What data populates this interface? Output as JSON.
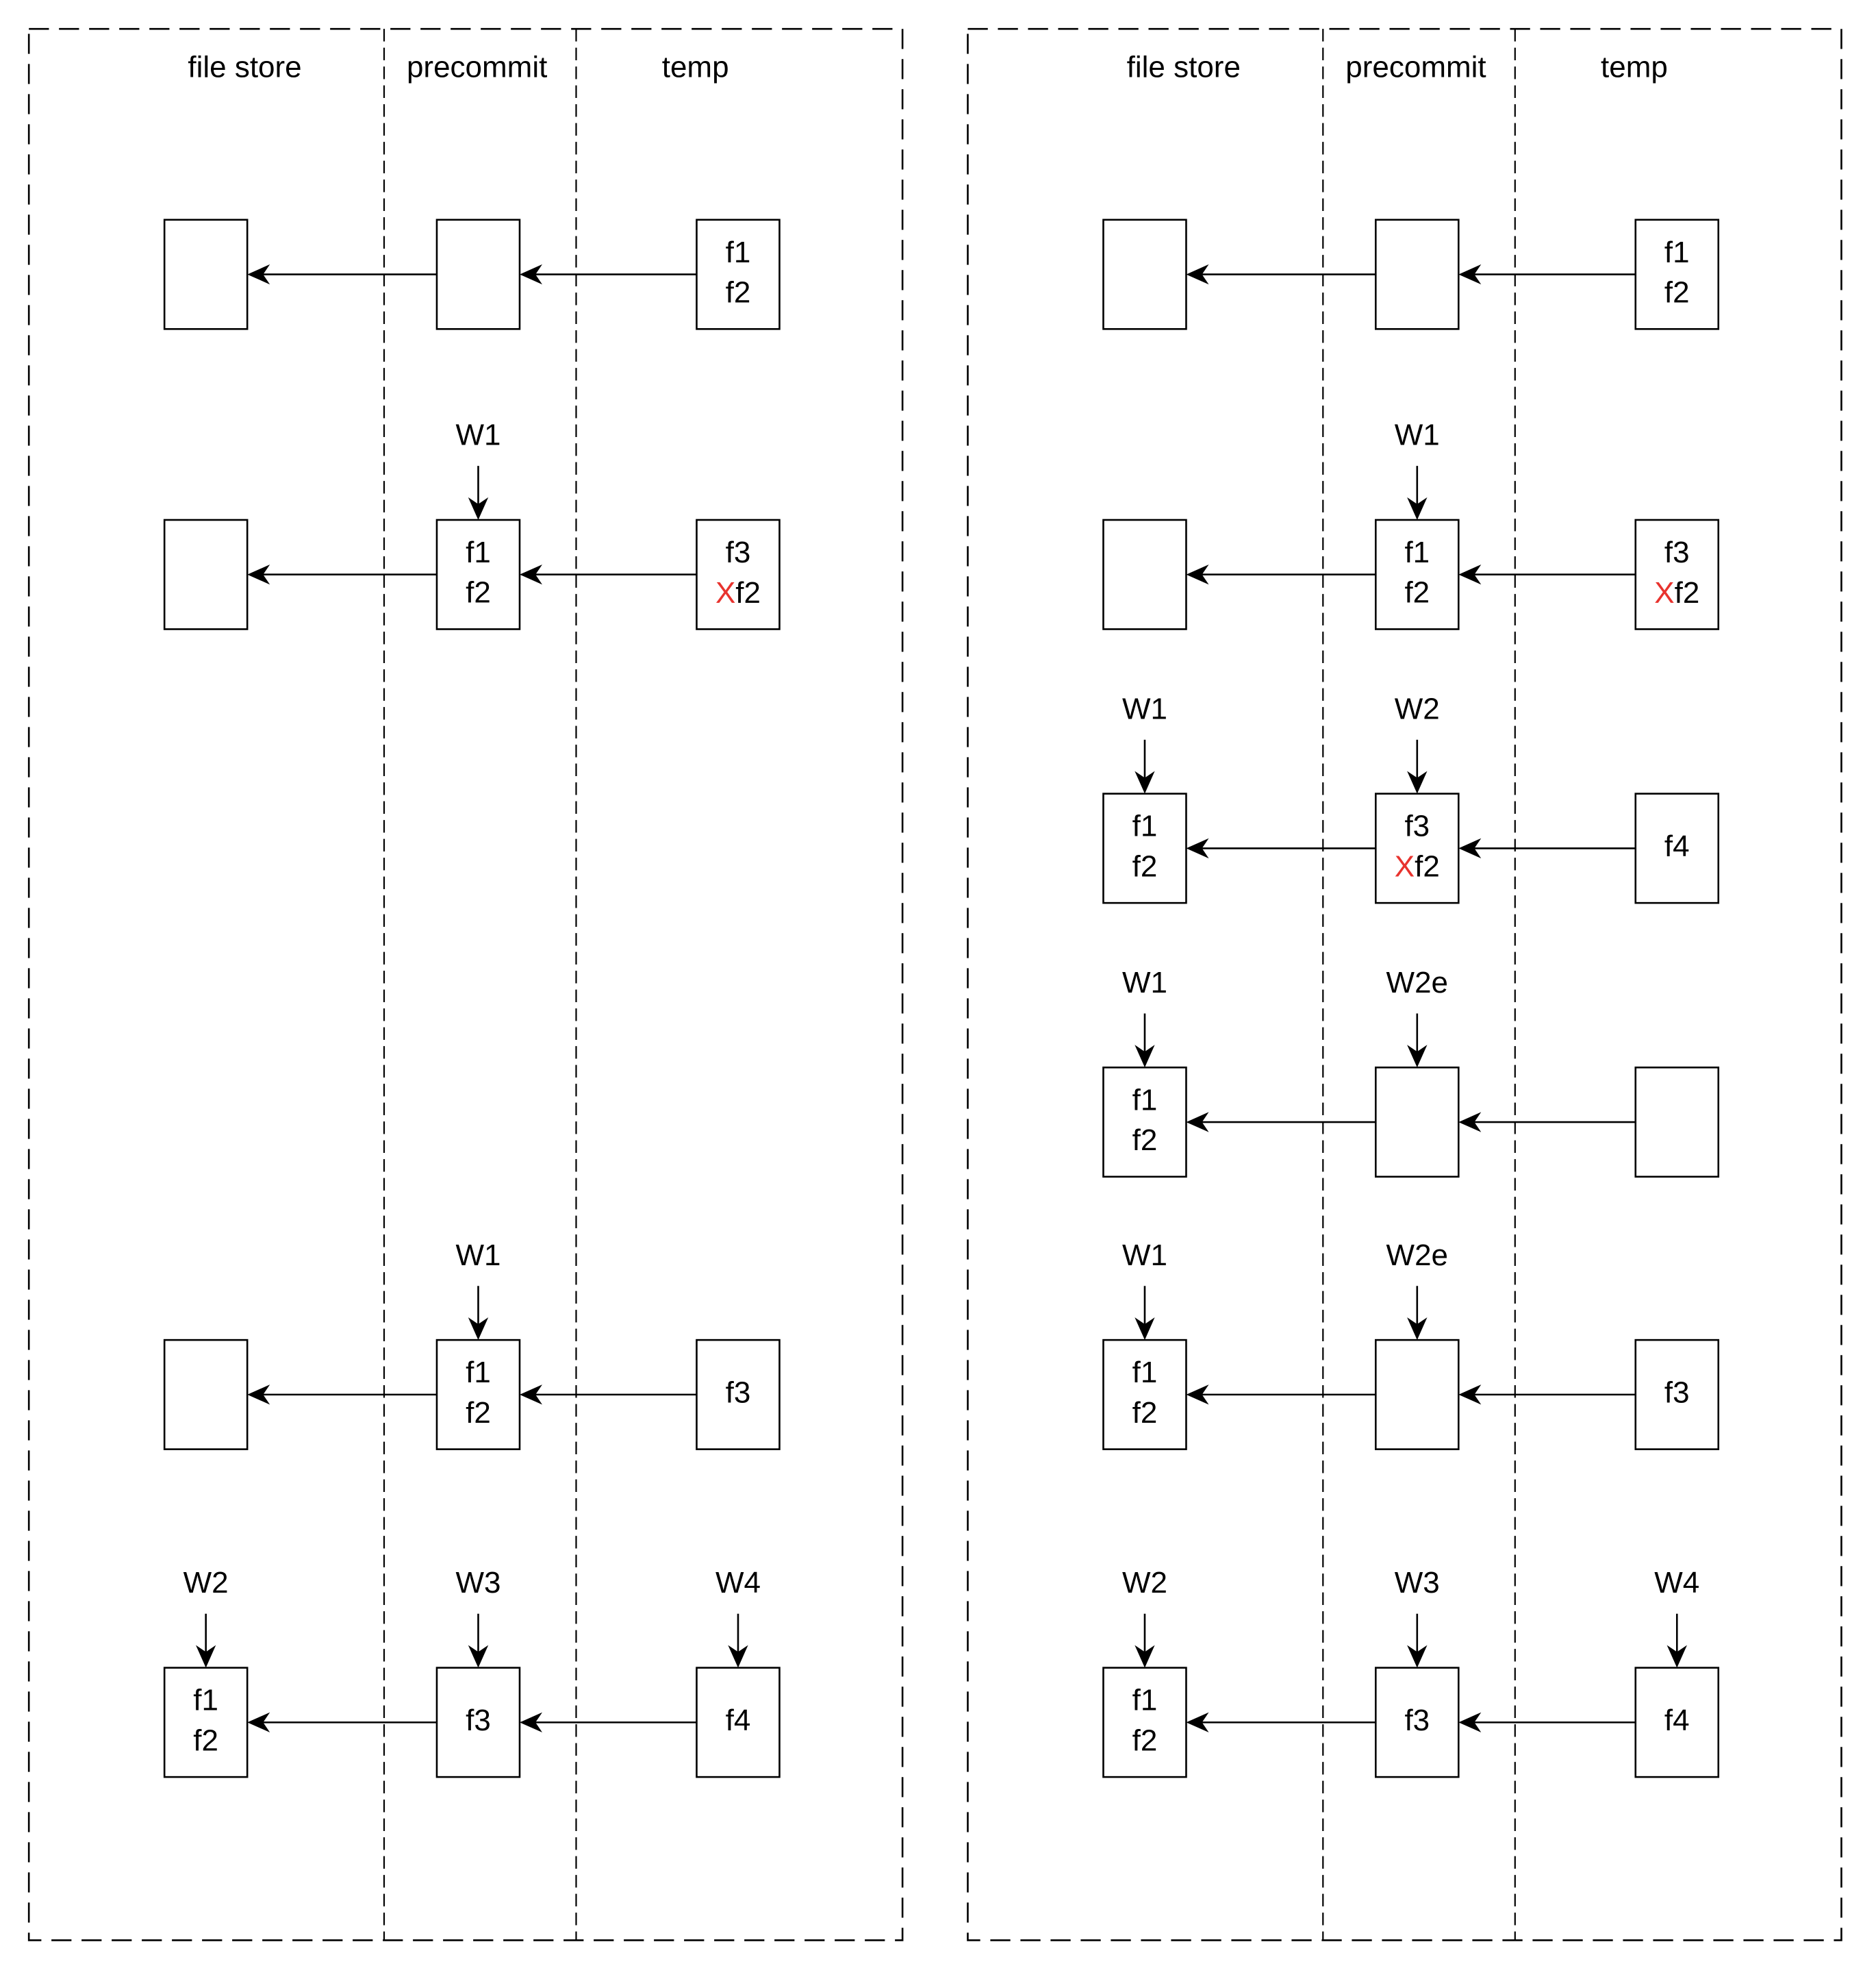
{
  "colors": {
    "stroke": "#000000",
    "background": "#ffffff",
    "mark_x": "#e8332e"
  },
  "panels": [
    {
      "id": "left",
      "columns": [
        "file store",
        "precommit",
        "temp"
      ],
      "rows": [
        {
          "cells": [
            {
              "labels": [],
              "pointer": ""
            },
            {
              "labels": [],
              "pointer": ""
            },
            {
              "labels": [
                "f1",
                "f2"
              ],
              "pointer": ""
            }
          ]
        },
        {
          "cells": [
            {
              "labels": [],
              "pointer": ""
            },
            {
              "labels": [
                "f1",
                "f2"
              ],
              "pointer": "W1"
            },
            {
              "labels": [
                "f3",
                "Xf2"
              ],
              "pointer": ""
            }
          ]
        },
        null,
        null,
        {
          "cells": [
            {
              "labels": [],
              "pointer": ""
            },
            {
              "labels": [
                "f1",
                "f2"
              ],
              "pointer": "W1"
            },
            {
              "labels": [
                "f3"
              ],
              "pointer": ""
            }
          ]
        },
        {
          "cells": [
            {
              "labels": [
                "f1",
                "f2"
              ],
              "pointer": "W2"
            },
            {
              "labels": [
                "f3"
              ],
              "pointer": "W3"
            },
            {
              "labels": [
                "f4"
              ],
              "pointer": "W4"
            }
          ]
        }
      ]
    },
    {
      "id": "right",
      "columns": [
        "file store",
        "precommit",
        "temp"
      ],
      "rows": [
        {
          "cells": [
            {
              "labels": [],
              "pointer": ""
            },
            {
              "labels": [],
              "pointer": ""
            },
            {
              "labels": [
                "f1",
                "f2"
              ],
              "pointer": ""
            }
          ]
        },
        {
          "cells": [
            {
              "labels": [],
              "pointer": ""
            },
            {
              "labels": [
                "f1",
                "f2"
              ],
              "pointer": "W1"
            },
            {
              "labels": [
                "f3",
                "Xf2"
              ],
              "pointer": ""
            }
          ]
        },
        {
          "cells": [
            {
              "labels": [
                "f1",
                "f2"
              ],
              "pointer": "W1"
            },
            {
              "labels": [
                "f3",
                "Xf2"
              ],
              "pointer": "W2"
            },
            {
              "labels": [
                "f4"
              ],
              "pointer": ""
            }
          ]
        },
        {
          "cells": [
            {
              "labels": [
                "f1",
                "f2"
              ],
              "pointer": "W1"
            },
            {
              "labels": [],
              "pointer": "W2e"
            },
            {
              "labels": [],
              "pointer": ""
            }
          ]
        },
        {
          "cells": [
            {
              "labels": [
                "f1",
                "f2"
              ],
              "pointer": "W1"
            },
            {
              "labels": [],
              "pointer": "W2e"
            },
            {
              "labels": [
                "f3"
              ],
              "pointer": ""
            }
          ]
        },
        {
          "cells": [
            {
              "labels": [
                "f1",
                "f2"
              ],
              "pointer": "W2"
            },
            {
              "labels": [
                "f3"
              ],
              "pointer": "W3"
            },
            {
              "labels": [
                "f4"
              ],
              "pointer": "W4"
            }
          ]
        }
      ]
    }
  ]
}
